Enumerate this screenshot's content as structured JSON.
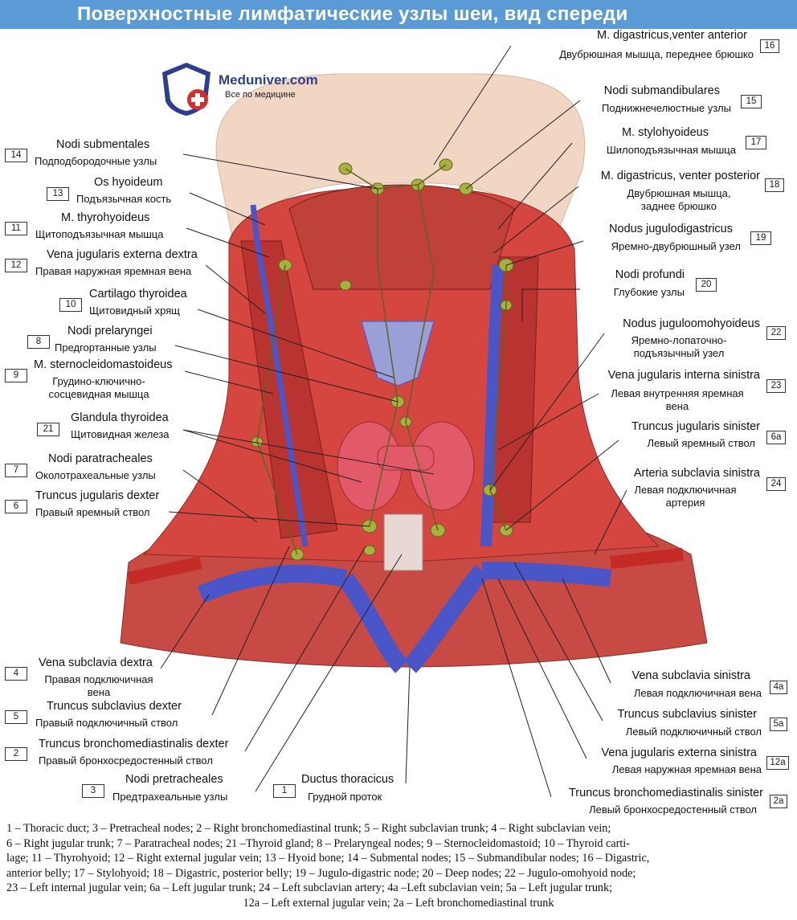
{
  "title": "Поверхностные лимфатические узлы шеи, вид спереди",
  "logo": {
    "name": "Meduniver.com",
    "tagline": "Все по медицине"
  },
  "labels": {
    "l14": {
      "num": "14",
      "lat": "Nodi submentales",
      "rus": "Подподбородочные узлы"
    },
    "l13": {
      "num": "13",
      "lat": "Os hyoideum",
      "rus": "Подъязычная кость"
    },
    "l11": {
      "num": "11",
      "lat": "M. thyrohyoideus",
      "rus": "Щитоподъязычная мышца"
    },
    "l12": {
      "num": "12",
      "lat": "Vena jugularis externa dextra",
      "rus": "Правая наружная яремная вена"
    },
    "l10": {
      "num": "10",
      "lat": "Cartilago thyroidea",
      "rus": "Щитовидный хрящ"
    },
    "l8": {
      "num": "8",
      "lat": "Nodi prelaryngei",
      "rus": "Предгортанные узлы"
    },
    "l9": {
      "num": "9",
      "lat": "M. sternocleidomastoideus",
      "rus1": "Грудино-ключично-",
      "rus2": "сосцевидная мышца"
    },
    "l21": {
      "num": "21",
      "lat": "Glandula thyroidea",
      "rus": "Щитовидная железа"
    },
    "l7": {
      "num": "7",
      "lat": "Nodi paratracheales",
      "rus": "Околотрахеальные узлы"
    },
    "l6": {
      "num": "6",
      "lat": "Truncus jugularis dexter",
      "rus": "Правый яремный ствол"
    },
    "l4": {
      "num": "4",
      "lat": "Vena subclavia dextra",
      "rus1": "Правая подключичная",
      "rus2": "вена"
    },
    "l5": {
      "num": "5",
      "lat": "Truncus subclavius dexter",
      "rus": "Правый подключичный ствол"
    },
    "l2": {
      "num": "2",
      "lat": "Truncus bronchomediastinalis dexter",
      "rus": "Правый бронхосредостенный ствол"
    },
    "l3": {
      "num": "3",
      "lat": "Nodi pretracheales",
      "rus": "Предтрахеальные узлы"
    },
    "l1": {
      "num": "1",
      "lat": "Ductus thoracicus",
      "rus": "Грудной проток"
    },
    "l16": {
      "num": "16",
      "lat": "M. digastricus,venter anterior",
      "rus": "Двубрюшная мышца, переднее брюшко"
    },
    "l15": {
      "num": "15",
      "lat": "Nodi submandibulares",
      "rus": "Поднижнечелюстные узлы"
    },
    "l17": {
      "num": "17",
      "lat": "M. stylohyoideus",
      "rus": "Шилоподъязычная мышца"
    },
    "l18": {
      "num": "18",
      "lat": "M. digastricus, venter posterior",
      "rus1": "Двубрюшная мышца,",
      "rus2": "заднее брюшко"
    },
    "l19": {
      "num": "19",
      "lat": "Nodus jugulodigastricus",
      "rus": "Яремно-двубрюшный узел"
    },
    "l20": {
      "num": "20",
      "lat": "Nodi profundi",
      "rus": "Глубокие узлы"
    },
    "l22": {
      "num": "22",
      "lat": "Nodus juguloomohyoideus",
      "rus1": "Яремно-лопаточно-",
      "rus2": "подъязычный узел"
    },
    "l23": {
      "num": "23",
      "lat": "Vena jugularis interna sinistra",
      "rus1": "Левая внутренняя яремная",
      "rus2": "вена"
    },
    "l6a": {
      "num": "6a",
      "lat": "Truncus jugularis sinister",
      "rus": "Левый яремный ствол"
    },
    "l24": {
      "num": "24",
      "lat": "Arteria subclavia sinistra",
      "rus1": "Левая подключичная",
      "rus2": "артерия"
    },
    "l4a": {
      "num": "4a",
      "lat": "Vena subclavia sinistra",
      "rus": "Левая подключичная вена"
    },
    "l5a": {
      "num": "5a",
      "lat": "Truncus subclavius sinister",
      "rus": "Левый подключичный ствол"
    },
    "l12a": {
      "num": "12a",
      "lat": "Vena jugularis externa sinistra",
      "rus": "Левая наружная яремная вена"
    },
    "l2a": {
      "num": "2a",
      "lat": "Truncus bronchomediastinalis sinister",
      "rus": "Левый бронхосредостенный ствол"
    }
  },
  "legend": {
    "line1": "1 – Thoracic duct; 3 – Pretracheal nodes; 2 – Right bronchomediastinal trunk; 5 – Right subclavian trunk; 4 – Right subclavian vein;",
    "line2": "6 – Right jugular trunk; 7 – Paratracheal nodes; 21 –Thyroid gland; 8 – Prelaryngeal nodes; 9 – Sternocleidomastoid; 10 – Thyroid carti-",
    "line3": "lage; 11 – Thyrohyoid; 12 – Right external jugular vein; 13 – Hyoid bone; 14 – Submental nodes; 15 – Submandibular nodes; 16 – Digastric,",
    "line4": "anterior belly; 17 – Stylohyoid; 18 – Digastric, posterior belly; 19 – Jugulo-digastric node; 20 – Deep nodes; 22 – Jugulo-omohyoid node;",
    "line5": "23 – Left internal jugular vein; 6a – Left jugular trunk; 24 – Left subclavian artery; 4a –Left subclavian vein; 5a – Left jugular trunk;",
    "line6": "12a – Left external jugular vein; 2a – Left bronchomediastinal trunk"
  },
  "colors": {
    "title_bg": "#5b9bd5",
    "muscle": "#c8413a",
    "vein": "#4a55c8",
    "node": "#a8b040",
    "skin": "#f2d6c4"
  }
}
